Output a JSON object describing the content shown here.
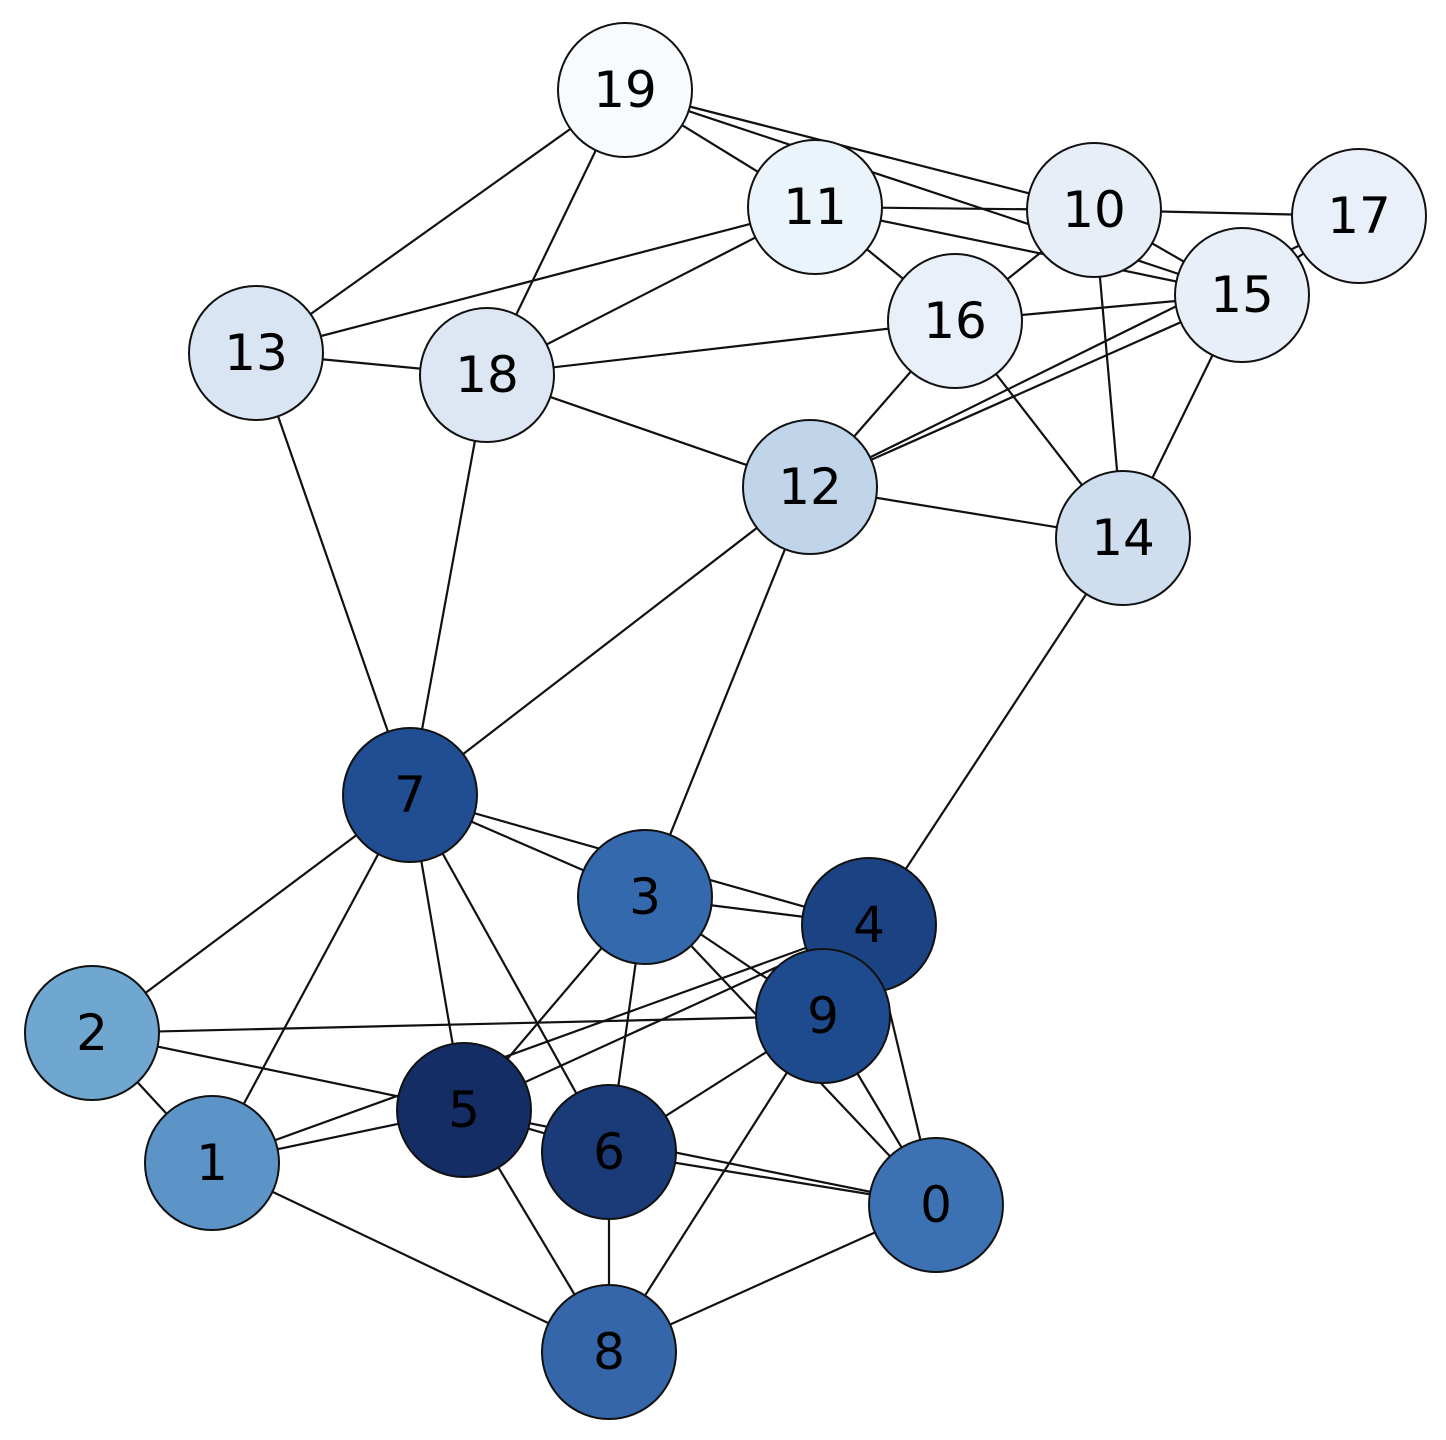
{
  "graph": {
    "nodes": [
      {
        "id": "0",
        "label": "0",
        "color": "#3c71b3"
      },
      {
        "id": "1",
        "label": "1",
        "color": "#5d94c8"
      },
      {
        "id": "2",
        "label": "2",
        "color": "#6fa7d1"
      },
      {
        "id": "3",
        "label": "3",
        "color": "#3569ad"
      },
      {
        "id": "4",
        "label": "4",
        "color": "#1b4283"
      },
      {
        "id": "5",
        "label": "5",
        "color": "#142d64"
      },
      {
        "id": "6",
        "label": "6",
        "color": "#1a3a78"
      },
      {
        "id": "7",
        "label": "7",
        "color": "#214e92"
      },
      {
        "id": "8",
        "label": "8",
        "color": "#3466a9"
      },
      {
        "id": "9",
        "label": "9",
        "color": "#1e4b8e"
      },
      {
        "id": "10",
        "label": "10",
        "color": "#e7eef8"
      },
      {
        "id": "11",
        "label": "11",
        "color": "#ebf3fb"
      },
      {
        "id": "12",
        "label": "12",
        "color": "#c0d5e9"
      },
      {
        "id": "13",
        "label": "13",
        "color": "#dae5f3"
      },
      {
        "id": "14",
        "label": "14",
        "color": "#cfdeef"
      },
      {
        "id": "15",
        "label": "15",
        "color": "#e8eff9"
      },
      {
        "id": "16",
        "label": "16",
        "color": "#e9f0f9"
      },
      {
        "id": "17",
        "label": "17",
        "color": "#eaf0fa"
      },
      {
        "id": "18",
        "label": "18",
        "color": "#dde7f3"
      },
      {
        "id": "19",
        "label": "19",
        "color": "#f7fbfe"
      }
    ],
    "edges": [
      [
        "19",
        "13"
      ],
      [
        "19",
        "18"
      ],
      [
        "19",
        "11"
      ],
      [
        "19",
        "10"
      ],
      [
        "19",
        "15"
      ],
      [
        "13",
        "11"
      ],
      [
        "13",
        "18"
      ],
      [
        "13",
        "7"
      ],
      [
        "18",
        "11"
      ],
      [
        "18",
        "16"
      ],
      [
        "18",
        "12"
      ],
      [
        "18",
        "7"
      ],
      [
        "11",
        "10"
      ],
      [
        "11",
        "16"
      ],
      [
        "11",
        "15"
      ],
      [
        "10",
        "17"
      ],
      [
        "10",
        "16"
      ],
      [
        "10",
        "15"
      ],
      [
        "10",
        "14"
      ],
      [
        "17",
        "15"
      ],
      [
        "17",
        "12"
      ],
      [
        "16",
        "15"
      ],
      [
        "16",
        "12"
      ],
      [
        "16",
        "14"
      ],
      [
        "15",
        "12"
      ],
      [
        "15",
        "14"
      ],
      [
        "12",
        "14"
      ],
      [
        "12",
        "7"
      ],
      [
        "12",
        "3"
      ],
      [
        "14",
        "4"
      ],
      [
        "7",
        "3"
      ],
      [
        "7",
        "4"
      ],
      [
        "7",
        "2"
      ],
      [
        "7",
        "1"
      ],
      [
        "7",
        "5"
      ],
      [
        "7",
        "6"
      ],
      [
        "3",
        "4"
      ],
      [
        "3",
        "5"
      ],
      [
        "3",
        "6"
      ],
      [
        "3",
        "9"
      ],
      [
        "3",
        "0"
      ],
      [
        "4",
        "1"
      ],
      [
        "4",
        "5"
      ],
      [
        "4",
        "0"
      ],
      [
        "9",
        "2"
      ],
      [
        "9",
        "6"
      ],
      [
        "9",
        "8"
      ],
      [
        "9",
        "0"
      ],
      [
        "2",
        "1"
      ],
      [
        "2",
        "5"
      ],
      [
        "1",
        "5"
      ],
      [
        "1",
        "8"
      ],
      [
        "5",
        "6"
      ],
      [
        "5",
        "8"
      ],
      [
        "5",
        "0"
      ],
      [
        "6",
        "0"
      ],
      [
        "6",
        "8"
      ],
      [
        "8",
        "0"
      ]
    ]
  }
}
